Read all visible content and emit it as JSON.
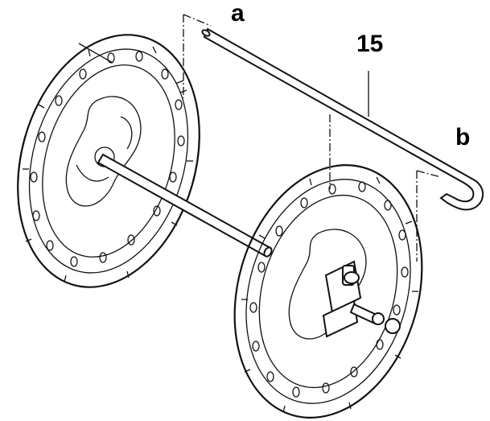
{
  "labels": {
    "a": "a",
    "part_number": "15",
    "b": "b"
  },
  "colors": {
    "ink": "#111111",
    "background": "#ffffff"
  }
}
